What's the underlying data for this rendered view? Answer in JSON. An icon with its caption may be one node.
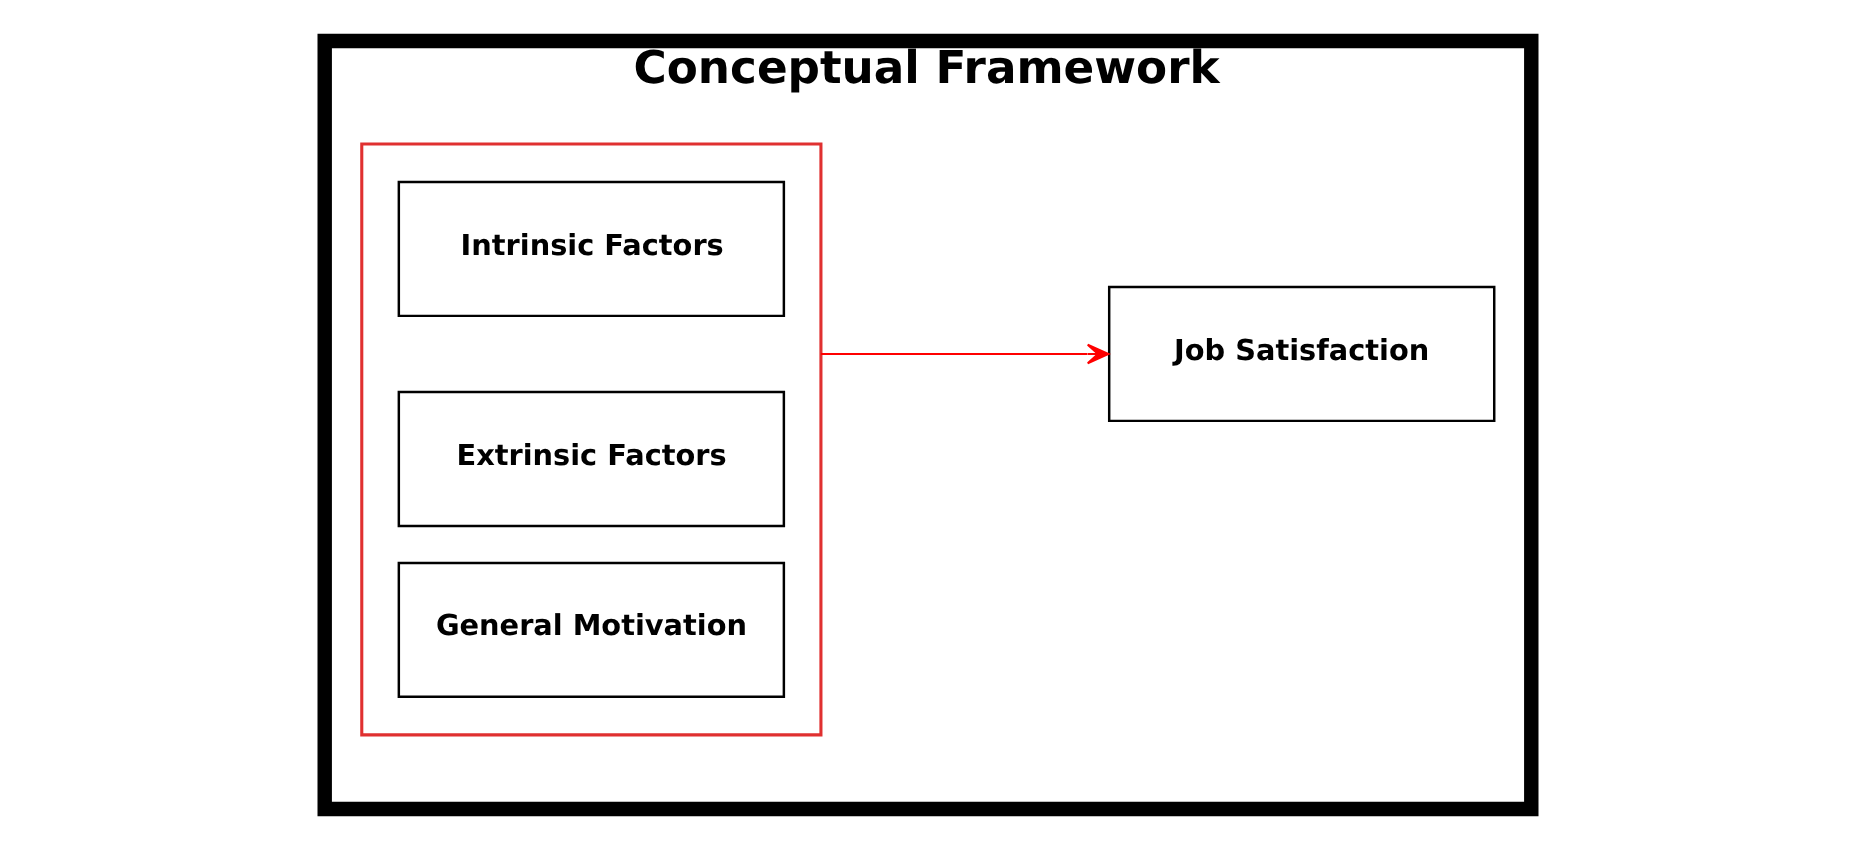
{
  "diagram": {
    "nodes": [
      {
        "text": [
          "Conceptual Framework"
        ]
      },
      {
        "text": [],
        "shape": "box",
        "in": 0
      },
      {
        "text": [
          "Intrinsic Factors"
        ],
        "in": 1
      },
      {
        "text": [
          "Extrinsic Factors"
        ],
        "in": 1
      },
      {
        "text": [
          "General Motivation"
        ],
        "in": 1
      },
      {
        "text": [
          "Job Satisfaction"
        ],
        "in": 0
      }
    ],
    "edges": [
      {
        "from": 1,
        "to": 5,
        "arrow": "to",
        "color": "#ff0000"
      }
    ]
  }
}
